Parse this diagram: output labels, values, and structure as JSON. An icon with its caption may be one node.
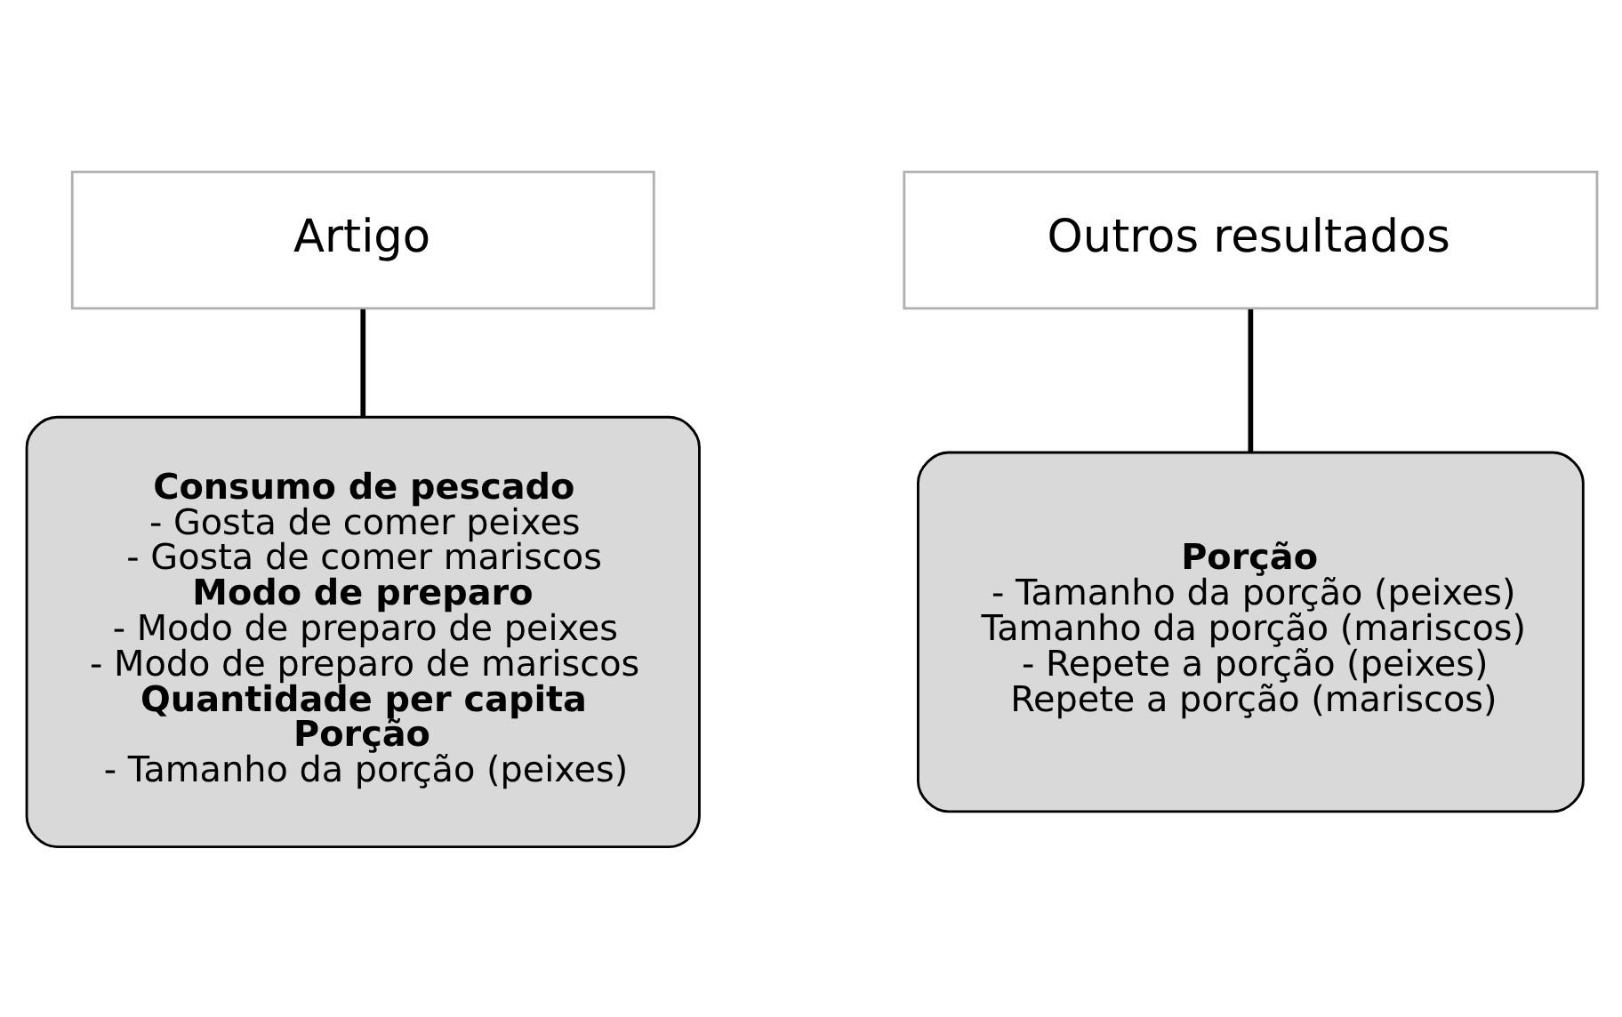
{
  "diagram": {
    "nodes": [
      {
        "text": [
          "Artigo"
        ]
      },
      {
        "text": [
          "**Consumo de pescado**",
          "- Gosta de comer peixes",
          "- Gosta de comer mariscos",
          "**Modo de preparo**",
          "- Modo de preparo de peixes",
          "- Modo de preparo de mariscos",
          "**Quantidade per capita**",
          "**Porção**",
          "- Tamanho da porção (peixes)"
        ]
      },
      {
        "text": [
          "Outros resultados"
        ]
      },
      {
        "text": [
          "**Porção**",
          "- Tamanho da porção (peixes)",
          "Tamanho da porção (mariscos)",
          "- Repete a porção (peixes)",
          "Repete a porção (mariscos)"
        ]
      }
    ],
    "edges": [
      {
        "from": 0,
        "to": 1,
        "arrow": "none"
      },
      {
        "from": 2,
        "to": 3,
        "arrow": "none"
      }
    ]
  }
}
